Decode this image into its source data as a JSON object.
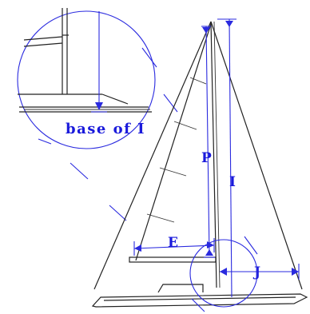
{
  "labels": {
    "caption": "base of I",
    "P": "P",
    "I": "I",
    "E": "E",
    "J": "J"
  },
  "colors": {
    "measurement": "#2a2adf",
    "label": "#1a1adb",
    "drawing": "#222222"
  }
}
